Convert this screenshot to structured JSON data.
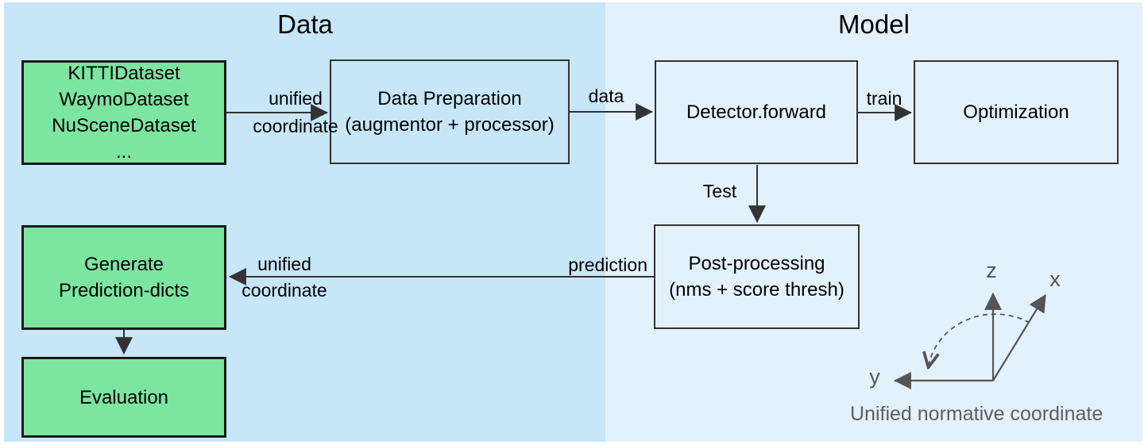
{
  "titles": {
    "data": "Data",
    "model": "Model"
  },
  "boxes": {
    "datasets": {
      "lines": [
        "KITTIDataset",
        "WaymoDataset",
        "NuSceneDataset",
        "..."
      ]
    },
    "data_preparation": {
      "lines": [
        "Data Preparation",
        "(augmentor + processor)"
      ]
    },
    "detector_forward": {
      "lines": [
        "Detector.forward"
      ]
    },
    "optimization": {
      "lines": [
        "Optimization"
      ]
    },
    "post_processing": {
      "lines": [
        "Post-processing",
        "(nms + score thresh)"
      ]
    },
    "generate_prediction_dicts": {
      "lines": [
        "Generate",
        "Prediction-dicts"
      ]
    },
    "evaluation": {
      "lines": [
        "Evaluation"
      ]
    }
  },
  "edge_labels": {
    "datasets_to_preparation": {
      "line1": "unified",
      "line2": "coordinate"
    },
    "preparation_to_detector": "data",
    "detector_to_optimization": "train",
    "detector_to_postprocessing": "Test",
    "postprocessing_prediction": "prediction",
    "postprocessing_to_generate": {
      "line1": "unified",
      "line2": "coordinate"
    }
  },
  "coordinate_diagram": {
    "axis_z": "z",
    "axis_x": "x",
    "axis_y": "y",
    "caption": "Unified normative coordinate"
  },
  "colors": {
    "left_panel": "#c7e6f7",
    "right_panel": "#e2f1fb",
    "green_fill": "#7ce5a0",
    "green_border": "#1a1a1a",
    "box_border": "#333333",
    "arrow": "#333333",
    "axis": "#555555",
    "caption": "#5f5f5f",
    "text": "#000000"
  }
}
